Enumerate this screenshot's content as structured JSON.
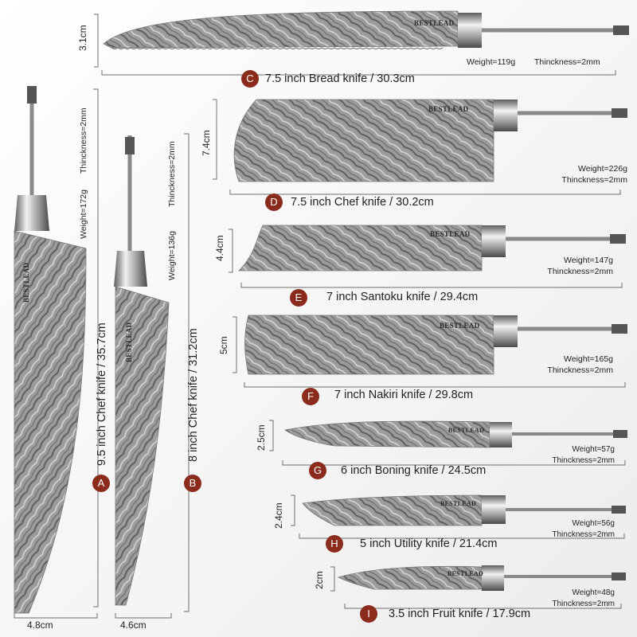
{
  "brand": "BESTLEAD",
  "colors": {
    "badge": "#8a2b1c",
    "text": "#222222",
    "blade": "#9a9a9a"
  },
  "knives": [
    {
      "letter": "A",
      "title": "9.5 inch Chef knife / 35.7cm",
      "weight": "Weight=172g",
      "thickness": "Thinckness=2mm",
      "width": "4.8cm"
    },
    {
      "letter": "B",
      "title": "8 inch Chef knife / 31.2cm",
      "weight": "Weight=136g",
      "thickness": "Thinckness=2mm",
      "width": "4.6cm"
    },
    {
      "letter": "C",
      "title": "7.5 inch Bread knife / 30.3cm",
      "weight": "Weight=119g",
      "thickness": "Thinckness=2mm",
      "width": "3.1cm"
    },
    {
      "letter": "D",
      "title": "7.5 inch Chef knife / 30.2cm",
      "weight": "Weight=226g",
      "thickness": "Thinckness=2mm",
      "width": "7.4cm"
    },
    {
      "letter": "E",
      "title": "7 inch Santoku knife / 29.4cm",
      "weight": "Weight=147g",
      "thickness": "Thinckness=2mm",
      "width": "4.4cm"
    },
    {
      "letter": "F",
      "title": "7 inch Nakiri knife / 29.8cm",
      "weight": "Weight=165g",
      "thickness": "Thinckness=2mm",
      "width": "5cm"
    },
    {
      "letter": "G",
      "title": "6 inch Boning knife / 24.5cm",
      "weight": "Weight=57g",
      "thickness": "Thinckness=2mm",
      "width": "2.5cm"
    },
    {
      "letter": "H",
      "title": "5 inch Utility knife / 21.4cm",
      "weight": "Weight=56g",
      "thickness": "Thinckness=2mm",
      "width": "2.4cm"
    },
    {
      "letter": "I",
      "title": "3.5 inch Fruit knife / 17.9cm",
      "weight": "Weight=48g",
      "thickness": "Thinckness=2mm",
      "width": "2cm"
    }
  ]
}
